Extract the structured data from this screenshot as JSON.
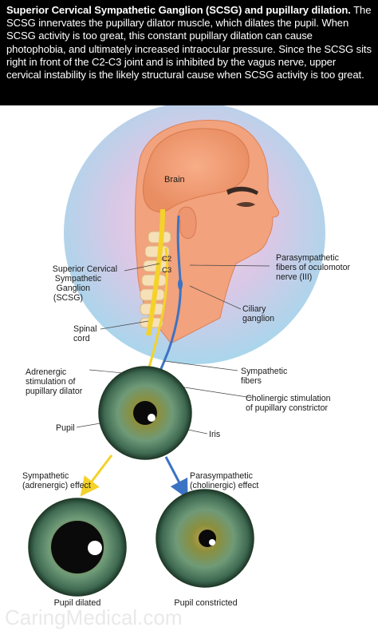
{
  "header": {
    "title": "Superior Cervical Sympathetic Ganglion (SCSG) and pupillary dilation.",
    "body": " The SCSG innervates the pupillary dilator muscle, which dilates the pupil. When SCSG activity is too great, this constant pupillary dilation can cause photophobia, and ultimately increased intraocular pressure. Since the SCSG sits right in front of the C2-C3 joint and is inhibited by the vagus nerve, upper cervical instability is the likely structural cause when SCSG activity is too great."
  },
  "labels": {
    "brain": "Brain",
    "c2": "C2",
    "c3": "C3",
    "scsg": [
      "Superior Cervical",
      "Sympathetic",
      "Ganglion",
      "(SCSG)"
    ],
    "parasympathetic_fibers": [
      "Parasympathetic",
      "fibers of oculomotor",
      "nerve (III)"
    ],
    "ciliary": [
      "Ciliary",
      "ganglion"
    ],
    "spinal": [
      "Spinal",
      "cord"
    ],
    "adrenergic": [
      "Adrenergic",
      "stimulation of",
      "pupillary dilator"
    ],
    "sympathetic_fibers": [
      "Sympathetic",
      "fibers"
    ],
    "cholinergic": [
      "Cholinergic stimulation",
      "of pupillary constrictor"
    ],
    "pupil": "Pupil",
    "iris": "Iris",
    "sympathetic_effect": [
      "Sympathetic",
      "(adrenergic) effect"
    ],
    "parasympathetic_effect": [
      "Parasympathetic",
      "(cholinergic) effect"
    ],
    "pupil_dilated": "Pupil dilated",
    "pupil_constricted": "Pupil constricted"
  },
  "watermark": "CaringMedical.com",
  "colors": {
    "sympathetic": "#f4d22a",
    "parasympathetic": "#3b73c4",
    "skin": "#f2a27c",
    "iris": "#6e8b4c"
  }
}
